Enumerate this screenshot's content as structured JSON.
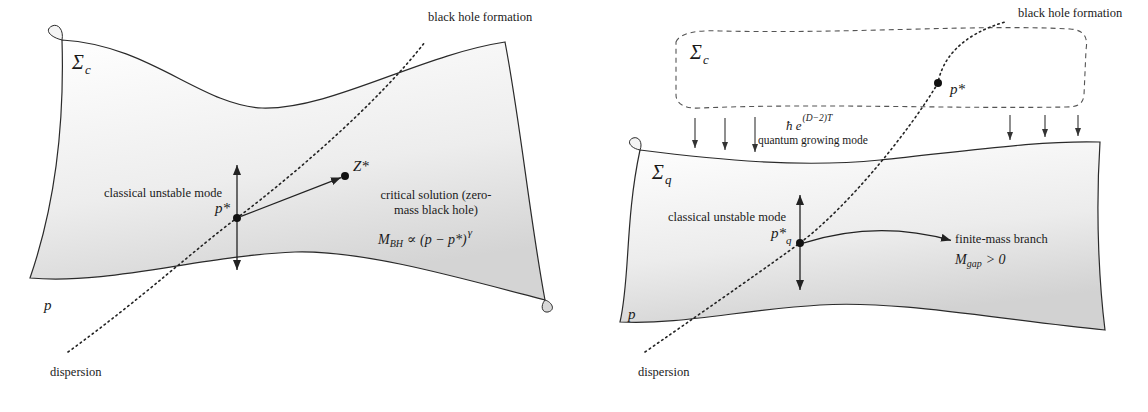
{
  "diagram": {
    "nodes": [
      {
        "text": [
          "p*"
        ]
      },
      {
        "text": [
          "Z*"
        ]
      },
      {
        "text": [
          "p*"
        ]
      },
      {
        "text": [
          "p*"
        ]
      },
      {
        "text": [
          "finite-mass branch"
        ]
      }
    ],
    "edges": [
      {
        "from": 0,
        "to": 1,
        "arrow": "to"
      },
      {
        "from": 3,
        "to": 4,
        "arrow": "to"
      }
    ],
    "labels": [
      "black hole formation",
      "Σ",
      "c",
      "classical unstable mode",
      "critical solution (zero-mass black hole)",
      "M",
      "BH",
      "∝ (p − p*)",
      "γ",
      "p",
      "dispersion",
      "black hole formation",
      "Σ",
      "c",
      "ħ e",
      "(D−2)T",
      "quantum growing mode",
      "Σ",
      "q",
      "classical unstable mode",
      "q",
      "M",
      "gap",
      "> 0",
      "p",
      "dispersion"
    ]
  }
}
